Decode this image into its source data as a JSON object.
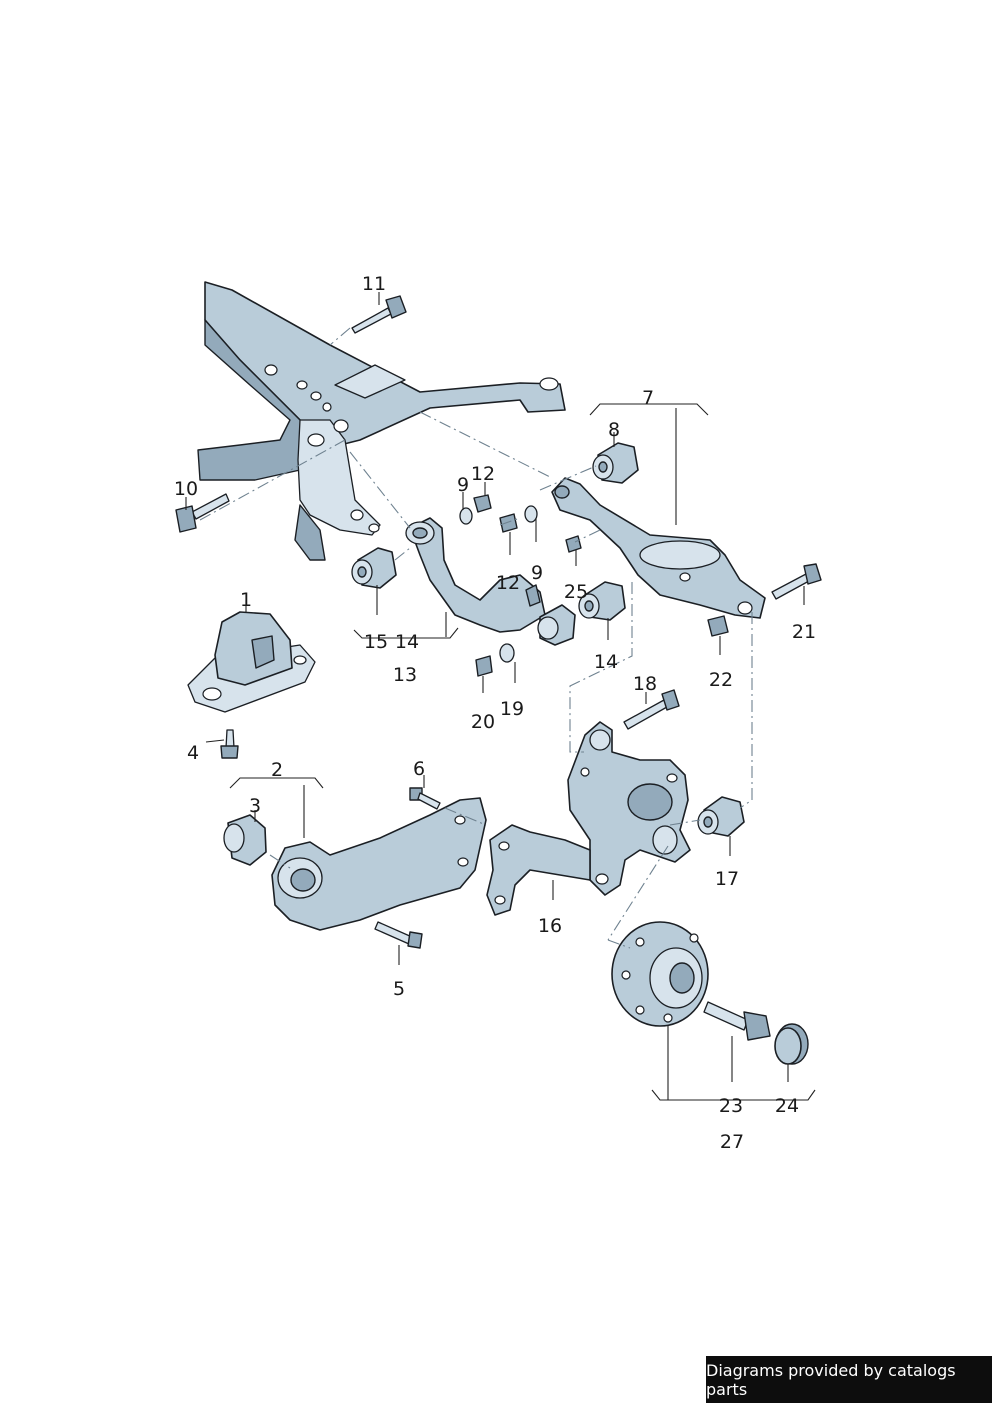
{
  "labels": {
    "p1": "1",
    "p2": "2",
    "p3": "3",
    "p4": "4",
    "p5": "5",
    "p6": "6",
    "p7": "7",
    "p8": "8",
    "p9a": "9",
    "p9b": "9",
    "p10": "10",
    "p11": "11",
    "p12a": "12",
    "p12b": "12",
    "p13": "13",
    "p14a": "14",
    "p14b": "14",
    "p15": "15",
    "p16": "16",
    "p17": "17",
    "p18": "18",
    "p19": "19",
    "p20": "20",
    "p21": "21",
    "p22": "22",
    "p23": "23",
    "p24": "24",
    "p25": "25",
    "p27": "27"
  },
  "credit": "Diagrams provided by catalogs parts"
}
